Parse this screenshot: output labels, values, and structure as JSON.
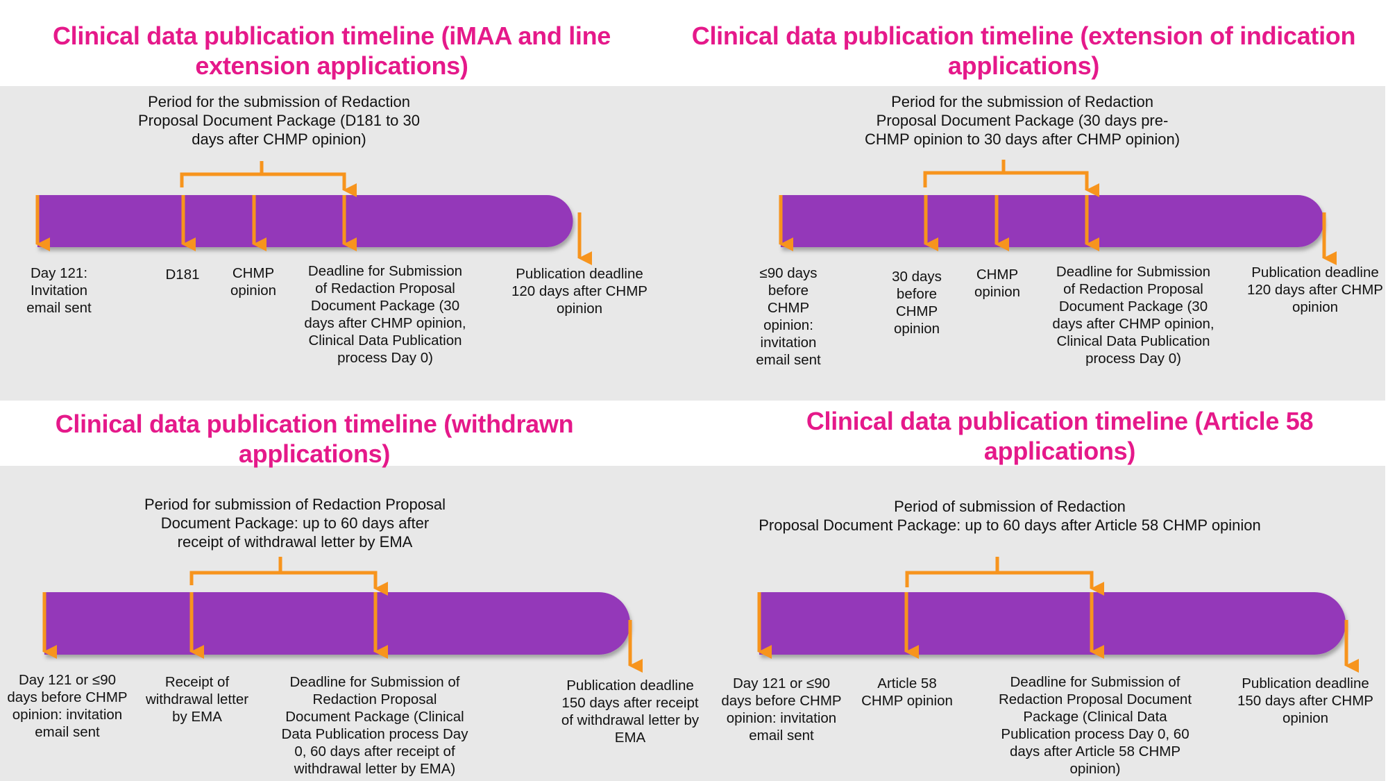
{
  "colors": {
    "title": "#e5198a",
    "bar": "#9439b9",
    "arrow": "#f7941d",
    "panel": "#e8e8e8"
  },
  "timelines": [
    {
      "title": "Clinical data publication timeline (iMAA and line\nextension applications)",
      "period": "Period for the submission of Redaction\nProposal Document Package (D181 to 30\ndays after CHMP opinion)",
      "labels": [
        "Day 121:\nInvitation\nemail sent",
        "D181",
        "CHMP\nopinion",
        "Deadline for Submission\nof Redaction Proposal\nDocument Package (30\ndays after CHMP opinion,\nClinical Data Publication\nprocess Day 0)",
        "Publication deadline\n120 days after CHMP\nopinion"
      ]
    },
    {
      "title": "Clinical data publication timeline (extension of indication\napplications)",
      "period": "Period for the submission of Redaction\nProposal Document Package (30 days pre-\nCHMP opinion to 30 days after CHMP opinion)",
      "labels": [
        "≤90 days\nbefore\nCHMP\nopinion:\ninvitation\nemail sent",
        "30 days\nbefore\nCHMP\nopinion",
        "CHMP\nopinion",
        "Deadline for Submission\nof Redaction Proposal\nDocument Package (30\ndays after CHMP opinion,\nClinical Data Publication\nprocess Day 0)",
        "Publication deadline\n120 days after CHMP\nopinion"
      ]
    },
    {
      "title": "Clinical data publication timeline (withdrawn\napplications)",
      "period": "Period for submission of Redaction Proposal\nDocument Package: up to 60 days after\nreceipt of withdrawal letter by EMA",
      "labels": [
        "Day 121 or ≤90\ndays before CHMP\nopinion: invitation\nemail sent",
        "Receipt of\nwithdrawal letter\nby EMA",
        "Deadline for Submission of\nRedaction Proposal\nDocument Package (Clinical\nData Publication process Day\n0, 60 days after receipt of\nwithdrawal letter by EMA)",
        "Publication deadline\n150 days after receipt\nof withdrawal letter by\nEMA"
      ]
    },
    {
      "title": "Clinical data publication timeline (Article 58\napplications)",
      "period": "Period of submission of Redaction\nProposal Document Package: up to 60 days after Article 58 CHMP opinion",
      "labels": [
        "Day 121 or ≤90\ndays before CHMP\nopinion: invitation\nemail sent",
        "Article 58\nCHMP opinion",
        "Deadline for Submission of\nRedaction Proposal Document\nPackage (Clinical Data\nPublication process Day 0, 60\ndays after Article 58 CHMP\nopinion)",
        "Publication deadline\n150 days after CHMP\nopinion"
      ]
    }
  ]
}
